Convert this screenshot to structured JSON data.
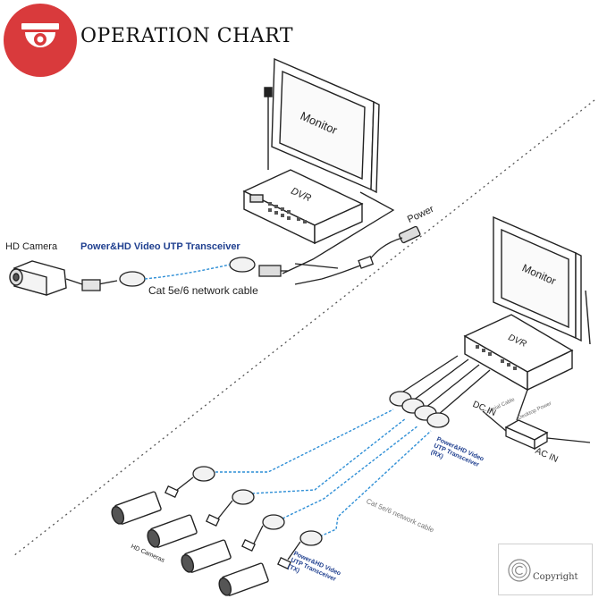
{
  "header": {
    "title": "OPERATION CHART"
  },
  "top_diagram": {
    "camera_label": "HD Camera",
    "transceiver_label": "Power&HD Video UTP Transceiver",
    "cable_label": "Cat 5e/6 network cable",
    "power_label": "Power",
    "dvr_label": "DVR",
    "monitor_label": "Monitor"
  },
  "bottom_diagram": {
    "monitor_label": "Monitor",
    "dvr_label": "DVR",
    "coaxial_label": "Coaxial Cable",
    "desktop_power_label": "Desktop Power",
    "dc_in_label": "DC IN",
    "ac_in_label": "AC IN",
    "rx_label_line1": "Power&HD Video",
    "rx_label_line2": "UTP Transceiver",
    "rx_label_line3": "(RX)",
    "cable_label": "Cat 5e/6 network cable",
    "tx_label_line1": "Power&HD Video",
    "tx_label_line2": "UTP Transceiver",
    "tx_label_line3": "(TX)",
    "cameras_label": "HD Cameras"
  },
  "footer": {
    "copyright_label": "Copyright"
  },
  "colors": {
    "logo": "#d93a3c",
    "cable": "#2f8fd6",
    "line": "#222222",
    "accent_text": "#1f3f8f"
  }
}
